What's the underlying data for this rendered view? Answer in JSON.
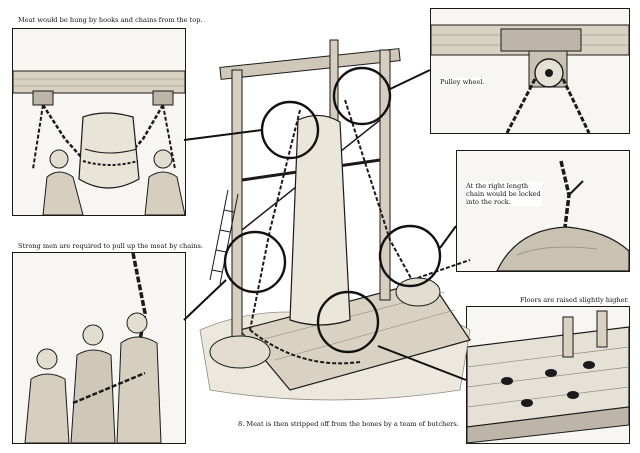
{
  "captions": {
    "hooks": "Meat would be hung by hooks and chains from the top.",
    "pulley": "Pulley wheel.",
    "chain_length": "At the right length chain would be locked into the rock.",
    "strong_men": "Strong men are required to pull up the meat by chains.",
    "floors": "Floors are raised slightly higher.",
    "butchers": "Meat is then stripped off from the bones by a team of butchers."
  },
  "step_numbers": {
    "butchers": "8."
  },
  "colors": {
    "ink": "#1a1a1a",
    "paper": "#f7f6f2",
    "wood_light": "#e6e1d6",
    "wood_mid": "#c9c2b3",
    "shadow": "#8f8a80"
  }
}
